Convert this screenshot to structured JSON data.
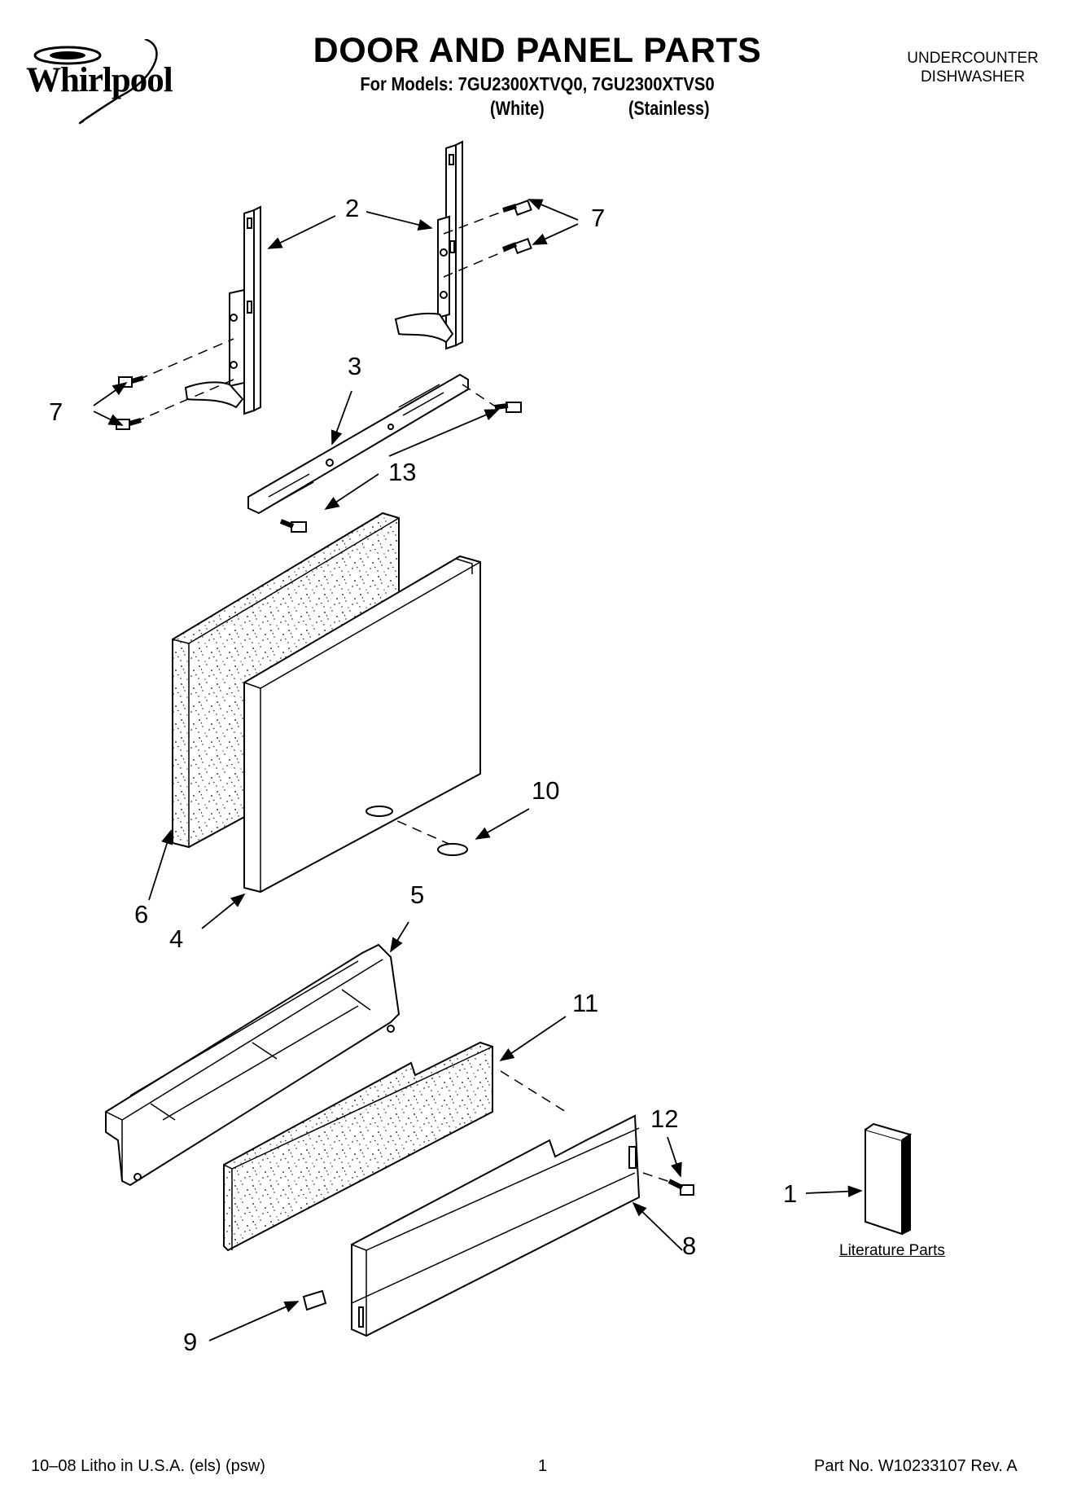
{
  "header": {
    "brand": "Whirlpool",
    "title": "DOOR AND PANEL PARTS",
    "subtitle": "For Models: 7GU2300XTVQ0, 7GU2300XTVS0",
    "variant_white": "(White)",
    "variant_stainless": "(Stainless)",
    "appliance_line1": "UNDERCOUNTER",
    "appliance_line2": "DISHWASHER"
  },
  "callouts": {
    "c1": "1",
    "c2": "2",
    "c3": "3",
    "c4": "4",
    "c5": "5",
    "c6": "6",
    "c7a": "7",
    "c7b": "7",
    "c8": "8",
    "c9": "9",
    "c10": "10",
    "c11": "11",
    "c12": "12",
    "c13": "13"
  },
  "literature_label": "Literature Parts",
  "footer": {
    "left": "10–08 Litho in U.S.A. (els) (psw)",
    "page": "1",
    "right": "Part No. W10233107 Rev. A"
  }
}
